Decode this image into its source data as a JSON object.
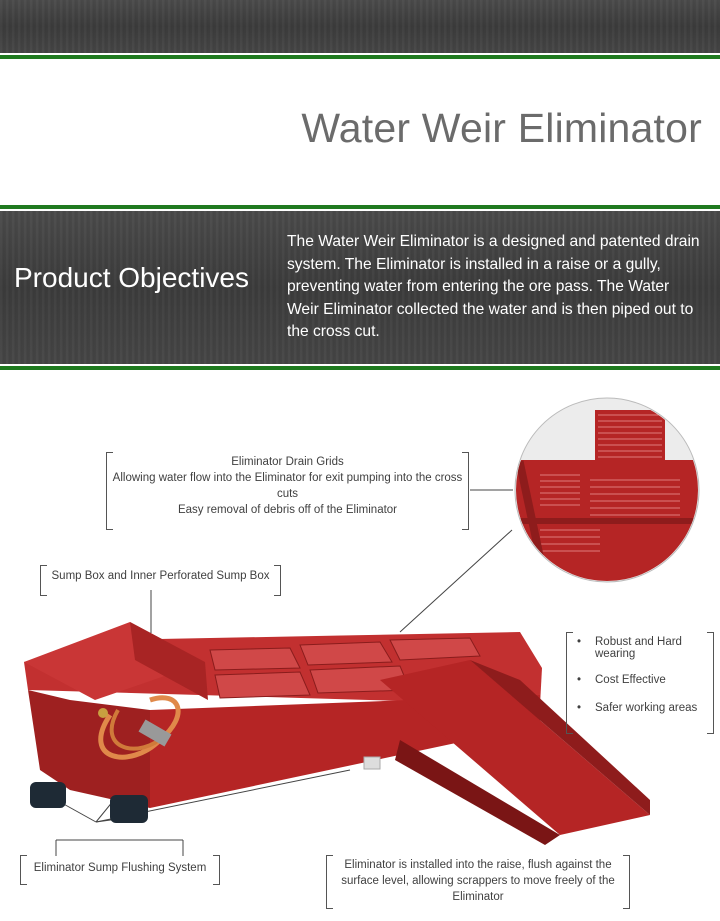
{
  "header": {
    "title": "Water Weir Eliminator"
  },
  "objectives": {
    "heading": "Product Objectives",
    "text": "The Water Weir Eliminator is a designed and patented drain system. The Eliminator is installed in a raise or a gully, preventing water from entering the ore pass. The Water Weir Eliminator collected the water and is then piped out to the cross cut."
  },
  "callouts": {
    "drain_grids": {
      "line1": "Eliminator Drain Grids",
      "line2": "Allowing water flow into the Eliminator for exit pumping into the cross cuts",
      "line3": "Easy removal of debris off of the Eliminator"
    },
    "sump_box": "Sump Box and Inner Perforated Sump Box",
    "flushing": "Eliminator Sump Flushing System",
    "installed": "Eliminator is installed into the raise, flush against the surface level, allowing scrappers to move freely of the Eliminator",
    "benefits": [
      "Robust and Hard wearing",
      "Cost Effective",
      "Safer  working areas"
    ]
  },
  "colors": {
    "accent_green": "#1f7a1f",
    "slate": "#404040",
    "product_red": "#b52525"
  }
}
